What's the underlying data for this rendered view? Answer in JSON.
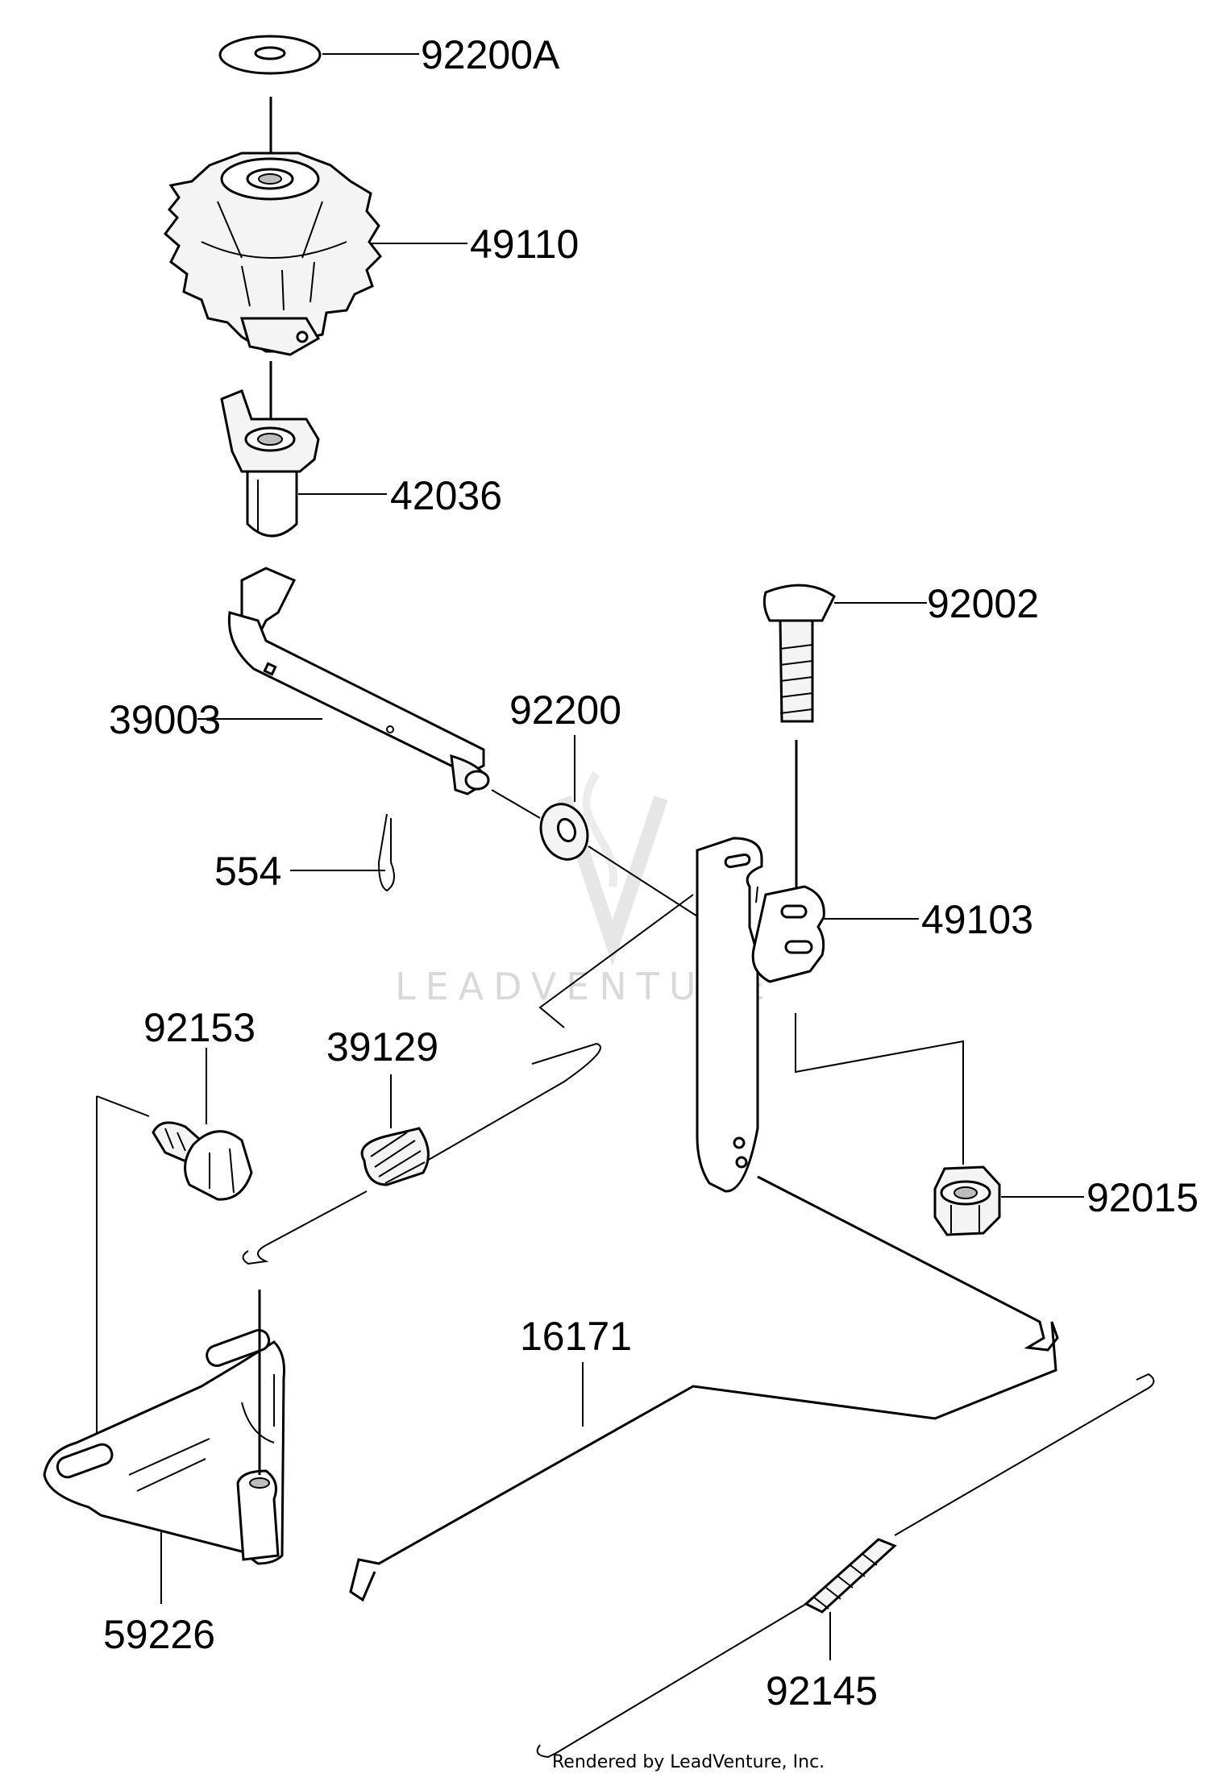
{
  "parts": [
    {
      "id": "p92200A",
      "number": "92200A"
    },
    {
      "id": "p49110",
      "number": "49110"
    },
    {
      "id": "p42036",
      "number": "42036"
    },
    {
      "id": "p92002",
      "number": "92002"
    },
    {
      "id": "p39003",
      "number": "39003"
    },
    {
      "id": "p92200",
      "number": "92200"
    },
    {
      "id": "p554",
      "number": "554"
    },
    {
      "id": "p49103",
      "number": "49103"
    },
    {
      "id": "p92153",
      "number": "92153"
    },
    {
      "id": "p39129",
      "number": "39129"
    },
    {
      "id": "p92015",
      "number": "92015"
    },
    {
      "id": "p16171",
      "number": "16171"
    },
    {
      "id": "p59226",
      "number": "59226"
    },
    {
      "id": "p92145",
      "number": "92145"
    }
  ],
  "watermark": "LEADVENTURE",
  "credit": "Rendered by LeadVenture, Inc."
}
